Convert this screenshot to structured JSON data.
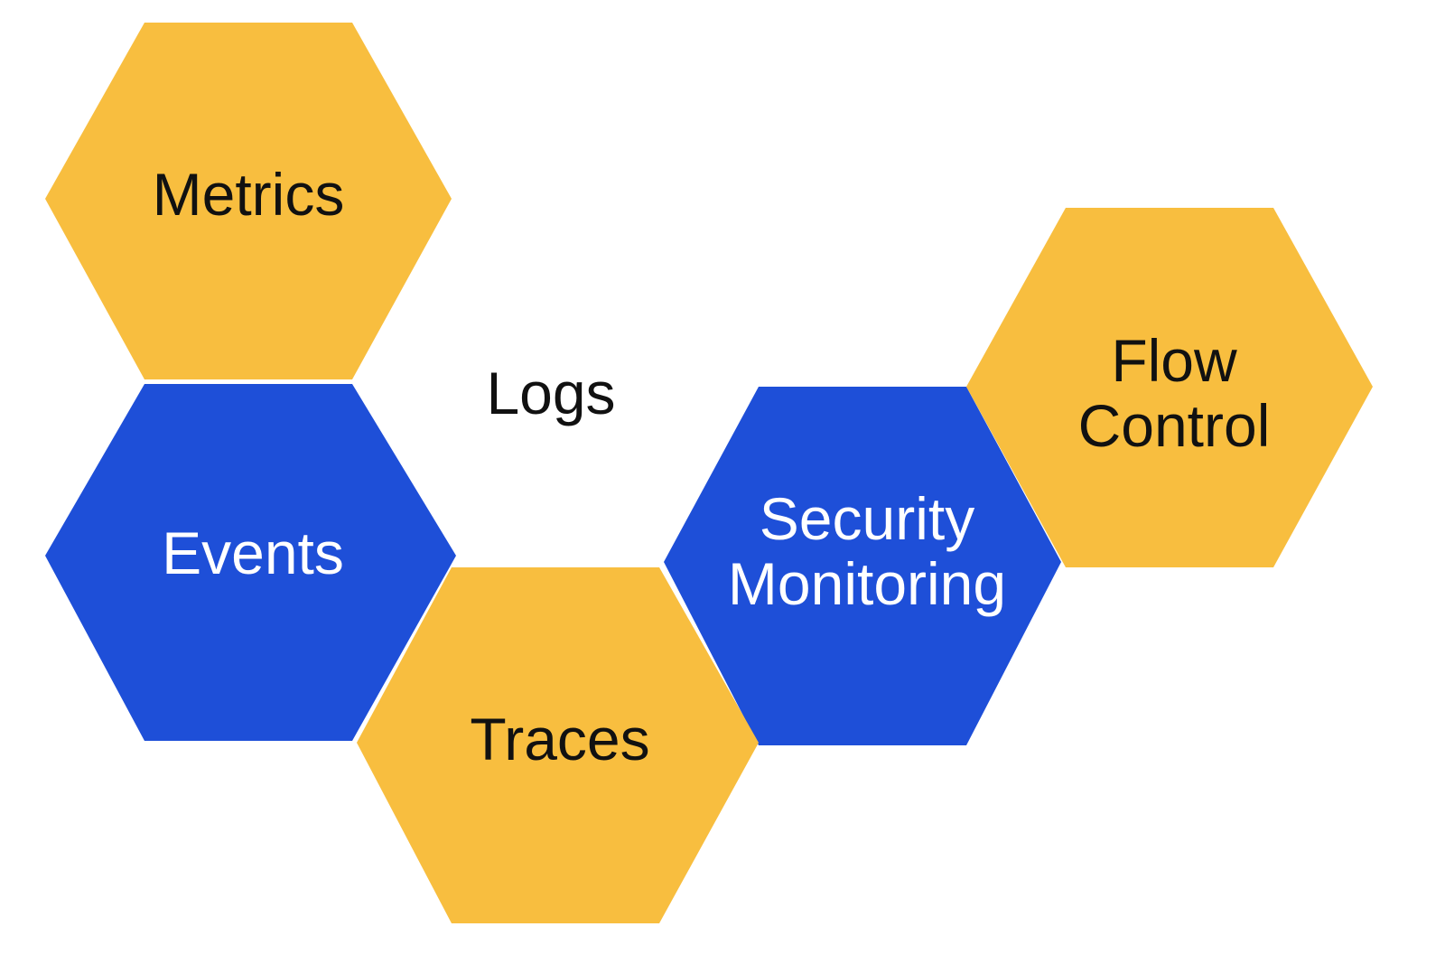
{
  "diagram": {
    "colors": {
      "yellow": "#F8BE3F",
      "blue": "#1E4FD8",
      "background": "#FFFFFF",
      "dark_text": "#111111",
      "light_text": "#FFFFFF"
    },
    "nodes": {
      "metrics": {
        "label": "Metrics",
        "fill": "yellow"
      },
      "logs": {
        "label": "Logs",
        "fill": "none"
      },
      "events": {
        "label": "Events",
        "fill": "blue"
      },
      "traces": {
        "label": "Traces",
        "fill": "yellow"
      },
      "security_monitoring": {
        "label": "Security\nMonitoring",
        "fill": "blue"
      },
      "flow_control": {
        "label": "Flow\nControl",
        "fill": "yellow"
      }
    }
  }
}
